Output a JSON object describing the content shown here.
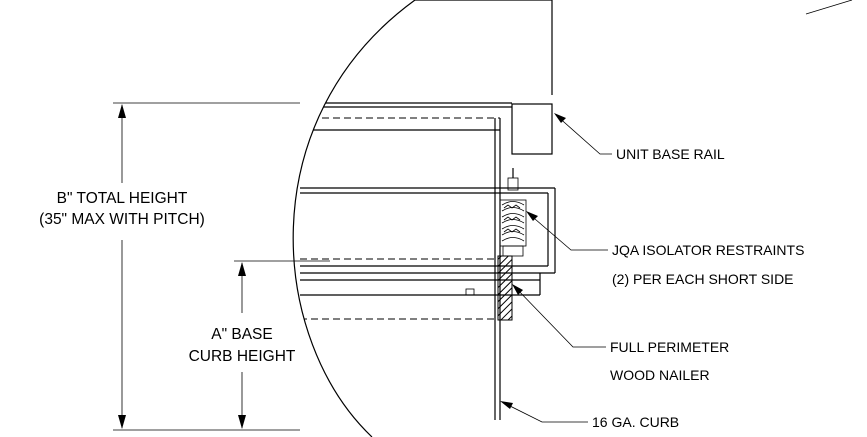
{
  "labels": {
    "total_height_line1": "B\" TOTAL HEIGHT",
    "total_height_line2": "(35\" MAX WITH PITCH)",
    "base_height_line1": "A\" BASE",
    "base_height_line2": "CURB HEIGHT",
    "unit_base_rail": "UNIT BASE RAIL",
    "isolator_line1": "JQA ISOLATOR RESTRAINTS",
    "isolator_line2": "(2) PER EACH SHORT SIDE",
    "nailer_line1": "FULL PERIMETER",
    "nailer_line2": "WOOD NAILER",
    "curb": "16 GA. CURB"
  },
  "colors": {
    "line": "#000000",
    "background": "#ffffff",
    "hatch": "#000000"
  }
}
